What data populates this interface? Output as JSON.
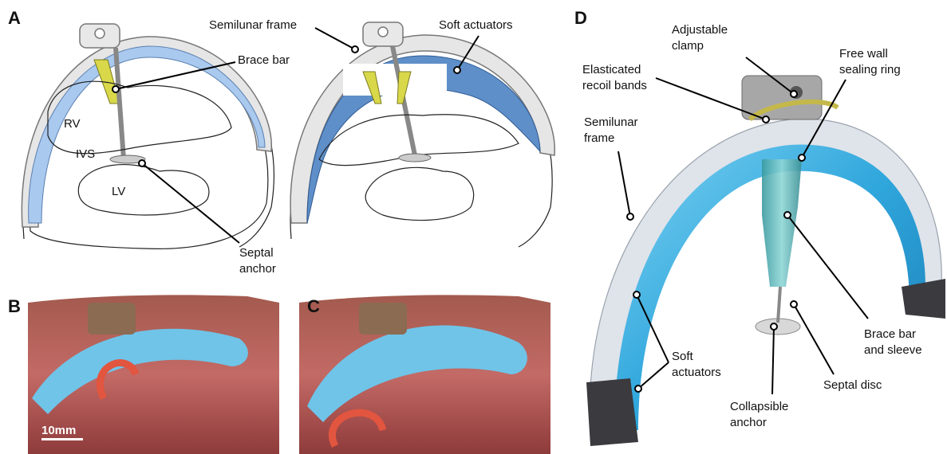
{
  "panels": {
    "a": "A",
    "b": "B",
    "c": "C",
    "d": "D"
  },
  "panel_a": {
    "anatomy": {
      "rv": "RV",
      "ivs": "IVS",
      "lv": "LV"
    },
    "labels": {
      "semilunar_frame": "Semilunar frame",
      "soft_actuators": "Soft actuators",
      "brace_bar": "Brace bar",
      "septal_anchor_1": "Septal",
      "septal_anchor_2": "anchor"
    }
  },
  "panel_b": {
    "scale_bar": "10mm"
  },
  "panel_d": {
    "labels": {
      "adjustable_clamp_1": "Adjustable",
      "adjustable_clamp_2": "clamp",
      "elasticated_1": "Elasticated",
      "elasticated_2": "recoil bands",
      "free_wall_1": "Free wall",
      "free_wall_2": "sealing ring",
      "semilunar_1": "Semilunar",
      "semilunar_2": "frame",
      "soft_actuators_1": "Soft",
      "soft_actuators_2": "actuators",
      "brace_bar_1": "Brace bar",
      "brace_bar_2": "and sleeve",
      "septal_disc": "Septal disc",
      "collapsible_1": "Collapsible",
      "collapsible_2": "anchor"
    }
  },
  "colors": {
    "frame_blue": "#a9c9ee",
    "actuator_blue": "#5f8fc9",
    "brace_yellow": "#c9c43a",
    "silicone_cyan": "#3fb6e6",
    "tissue_red": "#b84a4a"
  }
}
